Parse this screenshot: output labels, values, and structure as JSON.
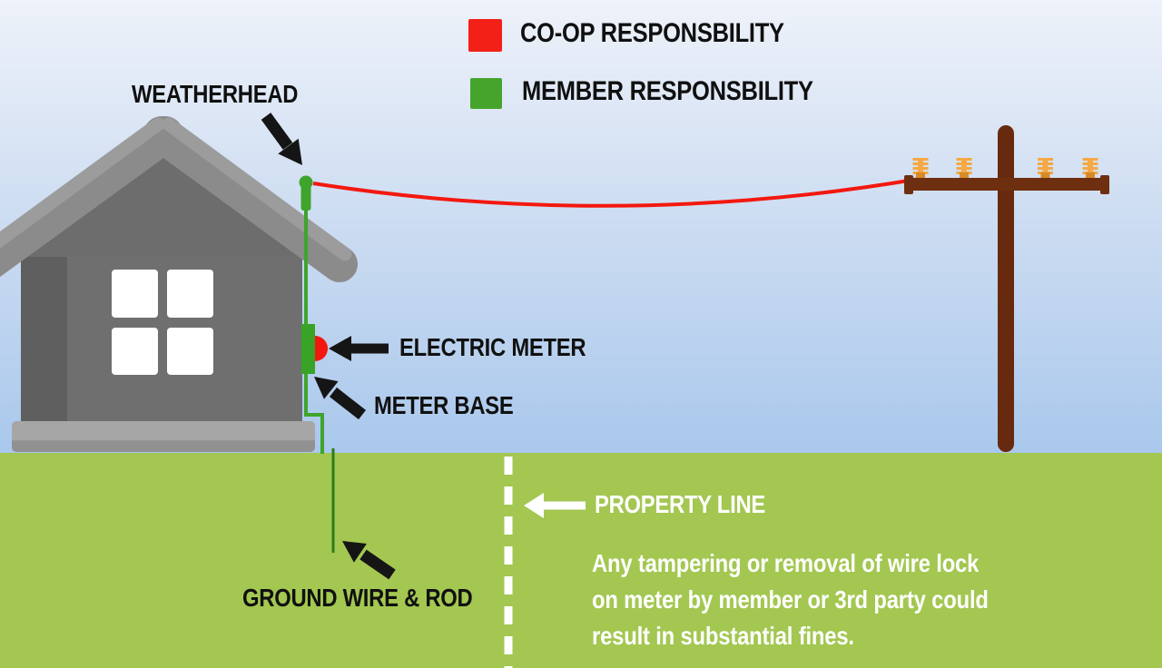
{
  "legend": {
    "items": [
      {
        "label": "CO-OP RESPONSBILITY",
        "color": "#f32017"
      },
      {
        "label": "MEMBER RESPONSBILITY",
        "color": "#46a42c"
      }
    ]
  },
  "callouts": {
    "weatherhead": "WEATHERHEAD",
    "electric_meter": "ELECTRIC METER",
    "meter_base": "METER BASE",
    "ground_wire_rod": "GROUND WIRE & ROD",
    "property_line": "PROPERTY LINE"
  },
  "warning": {
    "lines": [
      "Any tampering or removal of wire lock",
      "on meter by member or 3rd party could",
      "result in substantial fines."
    ]
  },
  "colors": {
    "coop_red": "#f32017",
    "member_green": "#46a42c",
    "dark_green_ground_wire": "#2f7d19",
    "grass": "#a3c751",
    "sky_top": "#eef2fa",
    "sky_bottom": "#a9c8ec",
    "pole_brown": "#682a0e",
    "insulator_orange": "#f5a843",
    "house_gray": "#6f6f6f",
    "roof_gray": "#8b8b8b"
  }
}
